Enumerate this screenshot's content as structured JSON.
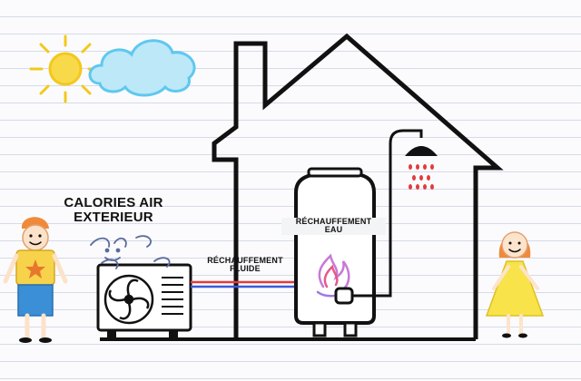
{
  "labels": {
    "calories_line1": "CALORIES AIR",
    "calories_line2": "EXTERIEUR",
    "water_line1": "RÉCHAUFFEMENT",
    "water_line2": "EAU",
    "fluid_line1": "RÉCHAUFFEMENT",
    "fluid_line2": "FLUIDE"
  },
  "colors": {
    "outline": "#111111",
    "sun": "#f3c81d",
    "cloud": "#5ec8ef",
    "hot_line": "#e23b3b",
    "cold_line": "#3a5bd8",
    "water_drops": "#e23b3b",
    "boy_shirt": "#f6d34a",
    "boy_shorts": "#3a8fd6",
    "hair": "#f08a3a",
    "girl_dress": "#f8e34a"
  },
  "icons": [
    "sun-icon",
    "cloud-icon",
    "shower-icon",
    "fan-icon",
    "flame-icon",
    "boy-figure",
    "girl-figure"
  ]
}
